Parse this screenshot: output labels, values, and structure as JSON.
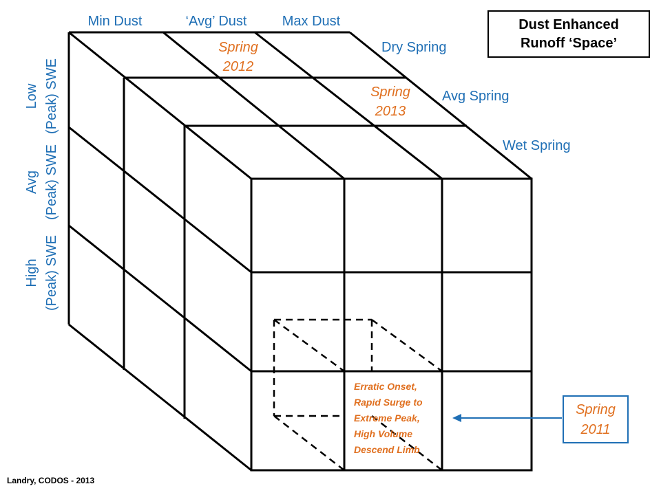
{
  "title": {
    "line1": "Dust Enhanced",
    "line2": "Runoff ‘Space’"
  },
  "dust_axis": [
    "Min Dust",
    "‘Avg’ Dust",
    "Max Dust"
  ],
  "spring_axis": [
    "Dry Spring",
    "Avg Spring",
    "Wet Spring"
  ],
  "swe_axis": [
    {
      "line1": "Low",
      "line2": "(Peak) SWE"
    },
    {
      "line1": "Avg",
      "line2": "(Peak) SWE"
    },
    {
      "line1": "High",
      "line2": "(Peak) SWE"
    }
  ],
  "markers": {
    "spring2012": {
      "line1": "Spring",
      "line2": "2012"
    },
    "spring2013": {
      "line1": "Spring",
      "line2": "2013"
    },
    "spring2011": {
      "line1": "Spring",
      "line2": "2011"
    }
  },
  "cell_description": [
    "Erratic Onset,",
    "Rapid Surge to",
    "Extreme Peak,",
    "High Volume",
    "Descend Limb"
  ],
  "credit": "Landry, CODOS - 2013",
  "colors": {
    "axis_label": "#1f6fb5",
    "highlight": "#e07020",
    "lines": "#000000"
  }
}
